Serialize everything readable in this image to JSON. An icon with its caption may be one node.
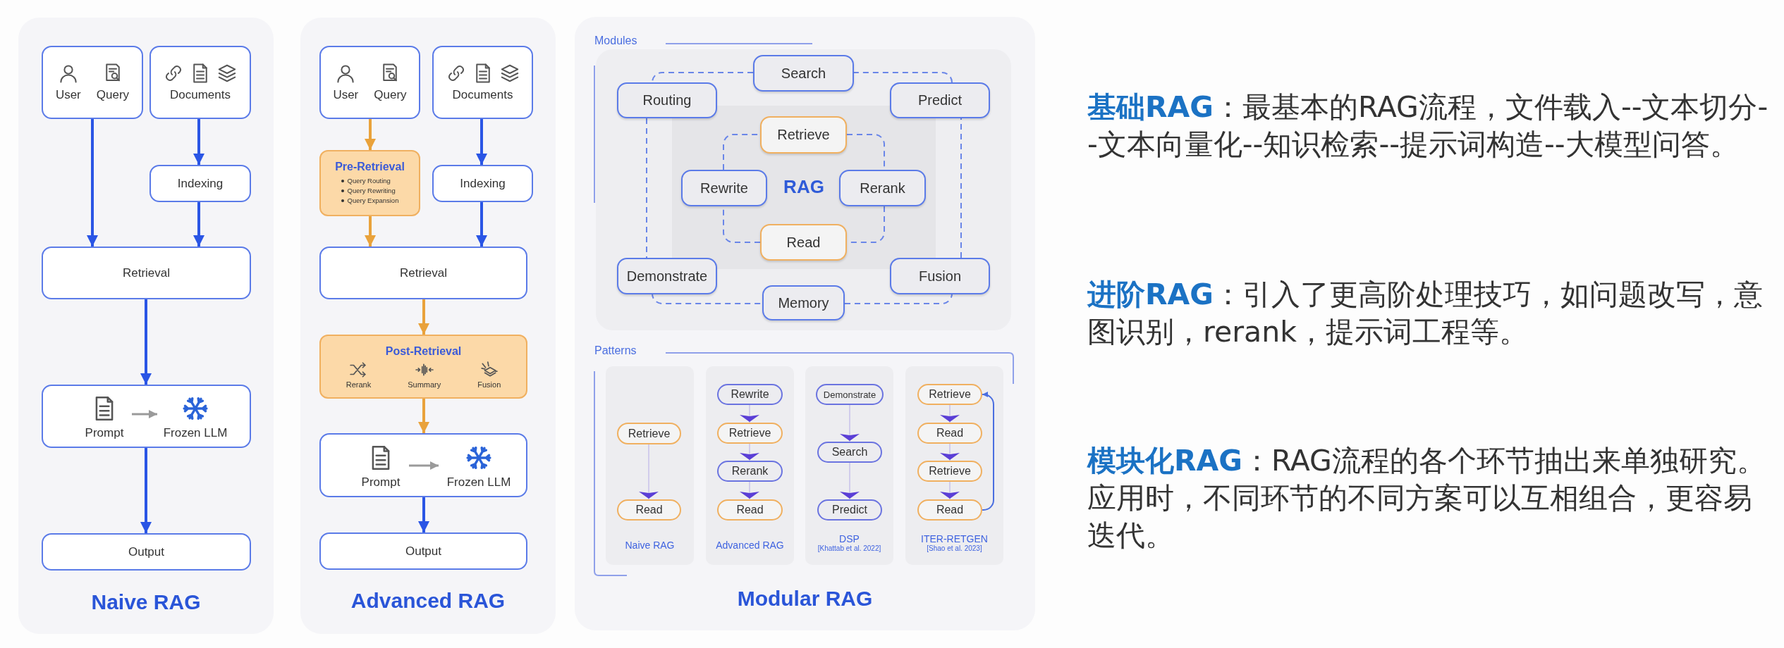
{
  "diagram": {
    "nodes": [
      {
        "text": [
          "Naive RAG"
        ]
      },
      {
        "text": [
          "User",
          "Query"
        ],
        "in": 0
      },
      {
        "text": [
          "Documents"
        ],
        "in": 0
      },
      {
        "text": [
          "Indexing"
        ],
        "in": 0
      },
      {
        "text": [
          "Retrieval"
        ],
        "in": 0
      },
      {
        "text": [],
        "shape": "box",
        "in": 0
      },
      {
        "text": [
          "Prompt"
        ],
        "in": 5
      },
      {
        "text": [
          "Frozen LLM"
        ],
        "in": 5
      },
      {
        "text": [
          "Output"
        ],
        "in": 0
      },
      {
        "text": [
          "Advanced RAG"
        ]
      },
      {
        "text": [
          "User",
          "Query"
        ],
        "in": 9
      },
      {
        "text": [
          "Documents"
        ],
        "in": 9
      },
      {
        "text": [
          "Pre-Retrieval",
          "Query Routing",
          "Query Rewriting",
          "Query Expansion"
        ],
        "in": 9
      },
      {
        "text": [
          "Indexing"
        ],
        "in": 9
      },
      {
        "text": [
          "Retrieval"
        ],
        "in": 9
      },
      {
        "text": [
          "Post-Retrieval",
          "Rerank",
          "Summary",
          "Fusion"
        ],
        "in": 9
      },
      {
        "text": [],
        "shape": "box",
        "in": 9
      },
      {
        "text": [
          "Prompt"
        ],
        "in": 16
      },
      {
        "text": [
          "Frozen LLM"
        ],
        "in": 16
      },
      {
        "text": [
          "Output"
        ],
        "in": 9
      },
      {
        "text": [
          "Modular RAG"
        ]
      },
      {
        "text": [
          "Search"
        ],
        "in": 20
      },
      {
        "text": [
          "Routing"
        ],
        "in": 20
      },
      {
        "text": [
          "Predict"
        ],
        "in": 20
      },
      {
        "text": [
          "Retrieve"
        ],
        "in": 20
      },
      {
        "text": [
          "Rewrite"
        ],
        "in": 20
      },
      {
        "text": [
          "Rerank"
        ],
        "in": 20
      },
      {
        "text": [
          "Read"
        ],
        "in": 20
      },
      {
        "text": [
          "Demonstrate"
        ],
        "in": 20
      },
      {
        "text": [
          "Fusion"
        ],
        "in": 20
      },
      {
        "text": [
          "Memory"
        ],
        "in": 20
      },
      {
        "text": [
          "Naive RAG"
        ],
        "in": 20
      },
      {
        "text": [
          "Retrieve"
        ],
        "in": 31
      },
      {
        "text": [
          "Read"
        ],
        "in": 31
      },
      {
        "text": [
          "Advanced RAG"
        ],
        "in": 20
      },
      {
        "text": [
          "Rewrite"
        ],
        "in": 34
      },
      {
        "text": [
          "Retrieve"
        ],
        "in": 34
      },
      {
        "text": [
          "Rerank"
        ],
        "in": 34
      },
      {
        "text": [
          "Read"
        ],
        "in": 34
      },
      {
        "text": [
          "DSP",
          "[Khattab et al. 2022]"
        ],
        "in": 20
      },
      {
        "text": [
          "Demonstrate"
        ],
        "in": 39
      },
      {
        "text": [
          "Search"
        ],
        "in": 39
      },
      {
        "text": [
          "Predict"
        ],
        "in": 39
      },
      {
        "text": [
          "ITER-RETGEN",
          "[Shao et al. 2023]"
        ],
        "in": 20
      },
      {
        "text": [
          "Retrieve"
        ],
        "in": 43
      },
      {
        "text": [
          "Read"
        ],
        "in": 43
      },
      {
        "text": [
          "Retrieve"
        ],
        "in": 43
      },
      {
        "text": [
          "Read"
        ],
        "in": 43
      }
    ],
    "edges": [
      {
        "from": 1,
        "to": 4,
        "arrow": "to"
      },
      {
        "from": 2,
        "to": 3,
        "arrow": "to"
      },
      {
        "from": 3,
        "to": 4,
        "arrow": "to"
      },
      {
        "from": 4,
        "to": 5,
        "arrow": "to"
      },
      {
        "from": 6,
        "to": 7,
        "arrow": "to",
        "color": "#9a9a9a"
      },
      {
        "from": 5,
        "to": 8,
        "arrow": "to"
      },
      {
        "from": 10,
        "to": 12,
        "arrow": "to",
        "color": "#e9a23b"
      },
      {
        "from": 12,
        "to": 14,
        "arrow": "to",
        "color": "#e9a23b"
      },
      {
        "from": 11,
        "to": 13,
        "arrow": "to"
      },
      {
        "from": 13,
        "to": 14,
        "arrow": "to"
      },
      {
        "from": 14,
        "to": 15,
        "arrow": "to",
        "color": "#e9a23b"
      },
      {
        "from": 15,
        "to": 16,
        "arrow": "to",
        "color": "#e9a23b"
      },
      {
        "from": 17,
        "to": 18,
        "arrow": "to",
        "color": "#9a9a9a"
      },
      {
        "from": 16,
        "to": 19,
        "arrow": "to"
      },
      {
        "from": 21,
        "to": 22,
        "arrow": "none",
        "style": "dashed",
        "color": "#6a86e8"
      },
      {
        "from": 22,
        "to": 28,
        "arrow": "none",
        "style": "dashed",
        "color": "#6a86e8"
      },
      {
        "from": 28,
        "to": 30,
        "arrow": "none",
        "style": "dashed",
        "color": "#6a86e8"
      },
      {
        "from": 30,
        "to": 29,
        "arrow": "none",
        "style": "dashed",
        "color": "#6a86e8"
      },
      {
        "from": 29,
        "to": 23,
        "arrow": "none",
        "style": "dashed",
        "color": "#6a86e8"
      },
      {
        "from": 23,
        "to": 21,
        "arrow": "none",
        "style": "dashed",
        "color": "#6a86e8"
      },
      {
        "from": 24,
        "to": 26,
        "arrow": "none",
        "style": "dashed",
        "color": "#6a86e8"
      },
      {
        "from": 26,
        "to": 27,
        "arrow": "none",
        "style": "dashed",
        "color": "#6a86e8"
      },
      {
        "from": 27,
        "to": 25,
        "arrow": "none",
        "style": "dashed",
        "color": "#6a86e8"
      },
      {
        "from": 25,
        "to": 24,
        "arrow": "none",
        "style": "dashed",
        "color": "#6a86e8"
      },
      {
        "from": 32,
        "to": 33,
        "arrow": "to",
        "color": "#5b3fd6"
      },
      {
        "from": 35,
        "to": 36,
        "arrow": "to",
        "color": "#5b3fd6"
      },
      {
        "from": 36,
        "to": 37,
        "arrow": "to",
        "color": "#5b3fd6"
      },
      {
        "from": 37,
        "to": 38,
        "arrow": "to",
        "color": "#5b3fd6"
      },
      {
        "from": 40,
        "to": 41,
        "arrow": "to",
        "color": "#5b3fd6"
      },
      {
        "from": 41,
        "to": 42,
        "arrow": "to",
        "color": "#5b3fd6"
      },
      {
        "from": 44,
        "to": 45,
        "arrow": "to",
        "color": "#5b3fd6"
      },
      {
        "from": 45,
        "to": 46,
        "arrow": "to",
        "color": "#5b3fd6"
      },
      {
        "from": 46,
        "to": 47,
        "arrow": "to",
        "color": "#5b3fd6"
      },
      {
        "from": 47,
        "to": 44,
        "arrow": "to",
        "color": "#4a6ee0"
      }
    ],
    "labels": [
      "Modules",
      "RAG",
      "Patterns",
      "**基础RAG**：最基本的RAG流程，文件载入--文本切分--文本向量化--知识检索--提示词构造--大模型问答。",
      "**进阶RAG**：引入了更高阶处理技巧，如问题改写，意图识别，rerank，提示词工程等。",
      "**模块化RAG**：RAG流程的各个环节抽出来单独研究。应用时，不同环节的不同方案可以互相组合，更容易迭代。"
    ]
  }
}
